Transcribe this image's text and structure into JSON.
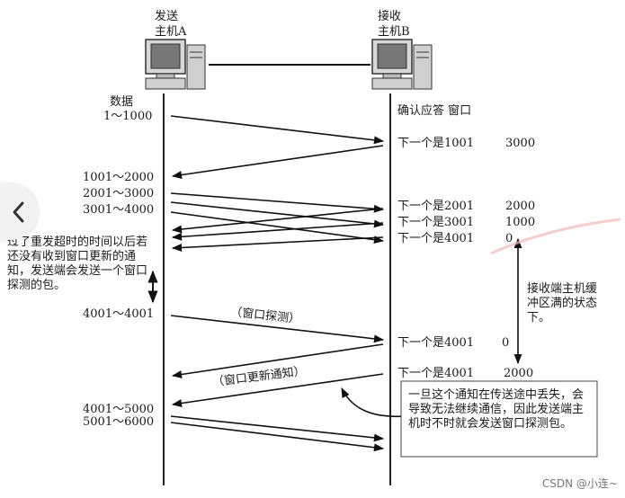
{
  "hosts": {
    "sender": {
      "line1": "发送",
      "line2": "主机A"
    },
    "receiver": {
      "line1": "接收",
      "line2": "主机B"
    }
  },
  "left_header": "数据",
  "right_header": "确认应答 窗口",
  "sender_labels": [
    "1～1000",
    "1001～2000",
    "2001～3000",
    "3001～4000",
    "4001～4001",
    "4001～5000",
    "5001～6000"
  ],
  "receiver_labels": [
    {
      "ack": "下一个是1001",
      "win": "3000"
    },
    {
      "ack": "下一个是2001",
      "win": "2000"
    },
    {
      "ack": "下一个是3001",
      "win": "1000"
    },
    {
      "ack": "下一个是4001",
      "win": "0"
    },
    {
      "ack": "下一个是4001",
      "win": "0"
    },
    {
      "ack": "下一个是4001",
      "win": "2000"
    }
  ],
  "probe_label": "（窗口探测）",
  "update_label": "（窗口更新通知）",
  "left_note": "过了重发超时的时间以后若还没有收到窗口更新的通知，发送端会发送一个窗口探测的包。",
  "right_note": "接收端主机缓冲区满的状态下。",
  "bottom_note": "一旦这个通知在传送途中丢失，会导致无法继续通信，因此发送端主机时不时就会发送窗口探测包。",
  "watermark": "CSDN @小连~",
  "nav_icon": "chevron-left-icon"
}
